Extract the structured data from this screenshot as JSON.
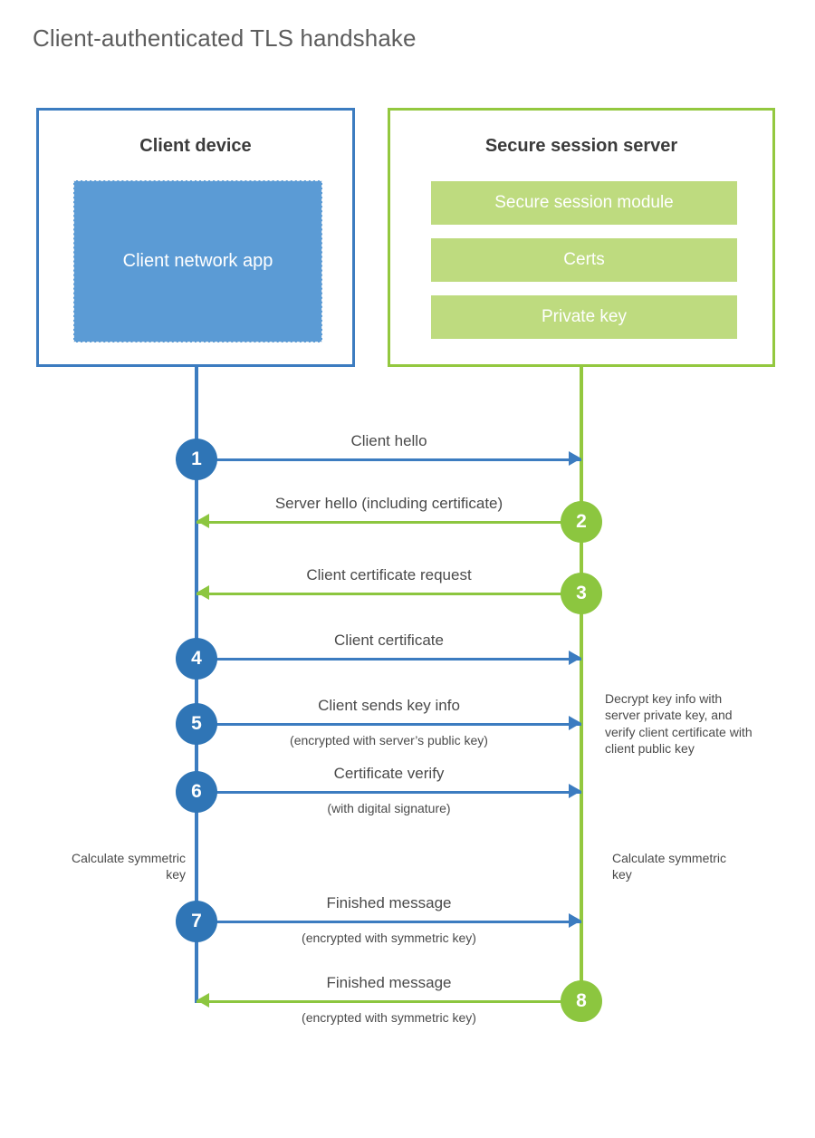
{
  "title": "Client-authenticated TLS handshake",
  "colors": {
    "client_blue_border": "#3c7cc0",
    "client_app_fill": "#5b9bd5",
    "server_green_border": "#93c83f",
    "server_module_fill": "#bedb7f",
    "badge_blue": "#2f75b6",
    "badge_green": "#8cc63f",
    "text_gray": "#4a4a4a",
    "title_gray": "#5d5d5d"
  },
  "client": {
    "title": "Client device",
    "app_label": "Client network app"
  },
  "server": {
    "title": "Secure session server",
    "modules": [
      "Secure session module",
      "Certs",
      "Private key"
    ]
  },
  "annotations": {
    "server_decrypt_note": "Decrypt key info with server private key, and verify client certificate with client public key",
    "client_calc_key": "Calculate symmetric key",
    "server_calc_key": "Calculate symmetric key"
  },
  "steps": [
    {
      "number": "1",
      "label": "Client hello",
      "sublabel": "",
      "direction": "client-to-server",
      "color": "blue"
    },
    {
      "number": "2",
      "label": "Server hello (including certificate)",
      "sublabel": "",
      "direction": "server-to-client",
      "color": "green"
    },
    {
      "number": "3",
      "label": "Client certificate request",
      "sublabel": "",
      "direction": "server-to-client",
      "color": "green"
    },
    {
      "number": "4",
      "label": "Client certificate",
      "sublabel": "",
      "direction": "client-to-server",
      "color": "blue"
    },
    {
      "number": "5",
      "label": "Client sends key info",
      "sublabel": "(encrypted with server’s public key)",
      "direction": "client-to-server",
      "color": "blue"
    },
    {
      "number": "6",
      "label": "Certificate verify",
      "sublabel": "(with digital signature)",
      "direction": "client-to-server",
      "color": "blue"
    },
    {
      "number": "7",
      "label": "Finished message",
      "sublabel": "(encrypted with symmetric key)",
      "direction": "client-to-server",
      "color": "blue"
    },
    {
      "number": "8",
      "label": "Finished message",
      "sublabel": "(encrypted with symmetric key)",
      "direction": "server-to-client",
      "color": "green"
    }
  ]
}
